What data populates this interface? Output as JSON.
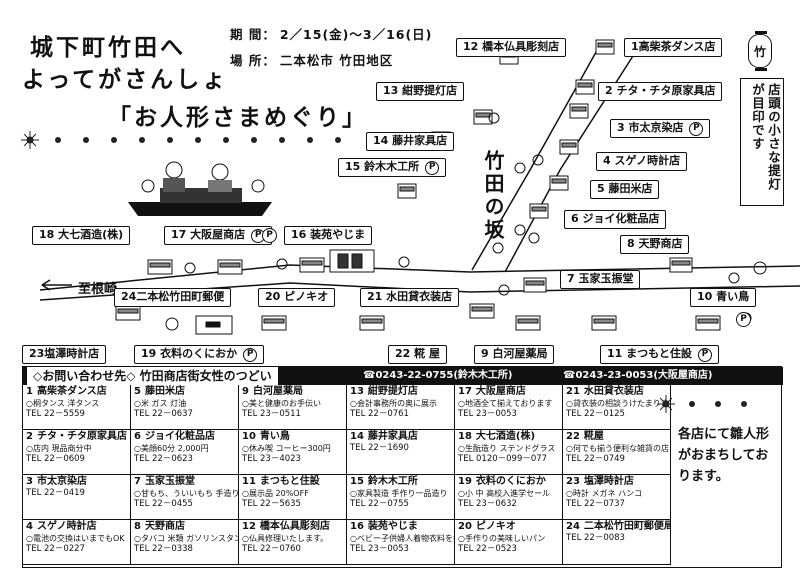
{
  "header": {
    "title_line1": "城下町竹田へ",
    "title_line2": "よってがさんしょ",
    "title_line3": "「お人形さまめぐり」",
    "period_label": "期 間：",
    "period_value": "2／15(金)～3／16(日)",
    "place_label": "場 所：",
    "place_value": "二本松市 竹田地区"
  },
  "notice": {
    "badge": "竹",
    "text": "店頭の小さな提灯が目印です"
  },
  "map": {
    "street_name": "竹田の坂",
    "direction": "至根崎",
    "parking_mark": "P",
    "shops": [
      {
        "id": "s1",
        "label": "1高柴茶ダンス店",
        "parking": false
      },
      {
        "id": "s2",
        "label": "2 チタ・チタ原家具店",
        "parking": false
      },
      {
        "id": "s3",
        "label": "3 市太京染店",
        "parking": true
      },
      {
        "id": "s4",
        "label": "4 スゲノ時計店",
        "parking": false
      },
      {
        "id": "s5",
        "label": "5 藤田米店",
        "parking": false
      },
      {
        "id": "s6",
        "label": "6 ジョイ化粧品店",
        "parking": false
      },
      {
        "id": "s7",
        "label": "7 玉家玉振堂",
        "parking": false
      },
      {
        "id": "s8",
        "label": "8 天野商店",
        "parking": false
      },
      {
        "id": "s9",
        "label": "9 白河屋薬局",
        "parking": false
      },
      {
        "id": "s10",
        "label": "10 青い鳥",
        "parking": false
      },
      {
        "id": "s11",
        "label": "11 まつもと住設",
        "parking": true
      },
      {
        "id": "s12",
        "label": "12 橋本仏具彫刻店",
        "parking": false
      },
      {
        "id": "s13",
        "label": "13 紺野提灯店",
        "parking": false
      },
      {
        "id": "s14",
        "label": "14 藤井家具店",
        "parking": false
      },
      {
        "id": "s15",
        "label": "15 鈴木木工所",
        "parking": true
      },
      {
        "id": "s16",
        "label": "16 装苑やじま",
        "parking": false
      },
      {
        "id": "s17",
        "label": "17 大阪屋商店",
        "parking": true
      },
      {
        "id": "s18",
        "label": "18 大七酒造(株)",
        "parking": false
      },
      {
        "id": "s19",
        "label": "19 衣料のくにおか",
        "parking": true
      },
      {
        "id": "s20",
        "label": "20 ピノキオ",
        "parking": false
      },
      {
        "id": "s21",
        "label": "21 水田貸衣装店",
        "parking": false
      },
      {
        "id": "s22",
        "label": "22 糀 屋",
        "parking": false
      },
      {
        "id": "s23",
        "label": "23塩澤時計店",
        "parking": false
      },
      {
        "id": "s24",
        "label": "24二本松竹田町郵便",
        "parking": false
      }
    ]
  },
  "contact": {
    "title": "◇お問い合わせ先◇ 竹田商店街女性のつどい",
    "phone1": "☎0243-22-0755(鈴木木工所)",
    "phone2": "☎0243-23-0053(大阪屋商店)",
    "side_note": "各店にて雛人形がおまちしております。",
    "entries": [
      {
        "n": "1",
        "name": "高柴茶ダンス店",
        "desc": "○桐タンス 洋タンス",
        "tel": "TEL 22－5559"
      },
      {
        "n": "2",
        "name": "チタ・チタ原家具店",
        "desc": "○店内 現品商分中",
        "tel": "TEL 22－0609"
      },
      {
        "n": "3",
        "name": "市太京染店",
        "desc": "",
        "tel": "TEL 22－0419"
      },
      {
        "n": "4",
        "name": "スゲノ時計店",
        "desc": "○電池の交換はいまでもOK",
        "tel": "TEL 22－0227"
      },
      {
        "n": "5",
        "name": "藤田米店",
        "desc": "○米 ガス 灯油",
        "tel": "TEL 22－0637"
      },
      {
        "n": "6",
        "name": "ジョイ化粧品店",
        "desc": "○美顔60分 2,000円",
        "tel": "TEL 22－0623"
      },
      {
        "n": "7",
        "name": "玉家玉振堂",
        "desc": "○甘もち、ういいもち 手造りの味",
        "tel": "TEL 22－0455"
      },
      {
        "n": "8",
        "name": "天野商店",
        "desc": "○タバコ 米類 ガソリンスタンド",
        "tel": "TEL 22－0338"
      },
      {
        "n": "9",
        "name": "白河屋薬局",
        "desc": "○美と健康のお手伝い",
        "tel": "TEL 23－0511"
      },
      {
        "n": "10",
        "name": "青い鳥",
        "desc": "○休み喫 コーヒー300円",
        "tel": "TEL 23－4023"
      },
      {
        "n": "11",
        "name": "まつもと住設",
        "desc": "○展示品 20%OFF",
        "tel": "TEL 22－5635"
      },
      {
        "n": "12",
        "name": "橋本仏具彫刻店",
        "desc": "○仏具修理いたします。",
        "tel": "TEL 22－0760"
      },
      {
        "n": "13",
        "name": "紺野提灯店",
        "desc": "○会計事務所の奥に展示",
        "tel": "TEL 22－0761"
      },
      {
        "n": "14",
        "name": "藤井家具店",
        "desc": "",
        "tel": "TEL 22－1690"
      },
      {
        "n": "15",
        "name": "鈴木木工所",
        "desc": "○家具製造 手作り一品造り",
        "tel": "TEL 22－0755"
      },
      {
        "n": "16",
        "name": "装苑やじま",
        "desc": "○ベビー子供婦人着物衣料を扱う",
        "tel": "TEL 23－0053"
      },
      {
        "n": "17",
        "name": "大阪屋商店",
        "desc": "○地酒全て揃えております",
        "tel": "TEL 23－0053"
      },
      {
        "n": "18",
        "name": "大七酒造(株)",
        "desc": "○生酛造り ステンドグラス",
        "tel": "TEL 0120－099－077"
      },
      {
        "n": "19",
        "name": "衣料のくにおか",
        "desc": "○小 中 高校入進学セール",
        "tel": "TEL 23－0632"
      },
      {
        "n": "20",
        "name": "ピノキオ",
        "desc": "○手作りの美味しいパン",
        "tel": "TEL 22－0523"
      },
      {
        "n": "21",
        "name": "水田貸衣装店",
        "desc": "○貸衣装の相談うけたまります",
        "tel": "TEL 22－0125"
      },
      {
        "n": "22",
        "name": "糀屋",
        "desc": "○何でも揃う便利な雑貨の店",
        "tel": "TEL 22－0749"
      },
      {
        "n": "23",
        "name": "塩澤時計店",
        "desc": "○時計 メガネ ハンコ",
        "tel": "TEL 22－0737"
      },
      {
        "n": "24",
        "name": "二本松竹田町郵便局",
        "desc": "",
        "tel": "TEL 22－0083"
      }
    ]
  }
}
